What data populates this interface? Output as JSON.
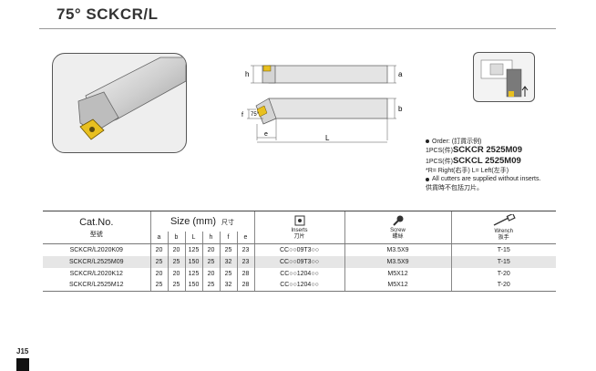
{
  "title": "75°  SCKCR/L",
  "drawing_labels": {
    "h": "h",
    "a": "a",
    "b": "b",
    "f": "f",
    "e": "e",
    "L": "L",
    "angle": "75°"
  },
  "order": {
    "line1": "Order: (訂貨示例)",
    "line2_pre": "1PCS(件)",
    "line2_code": "SCKCR 2525M09",
    "line3_pre": "1PCS(件)",
    "line3_code": "SCKCL 2525M09",
    "line4": "*R= Right(右手)  L= Left(左手)",
    "line5": "All cutters are supplied without inserts.",
    "line6": "供貨時不包括刀片。"
  },
  "table": {
    "catno": "Cat.No.",
    "catno_cn": "型號",
    "size": "Size (mm)",
    "size_cn": "尺寸",
    "sub_headers": [
      "a",
      "b",
      "L",
      "h",
      "f",
      "e"
    ],
    "inserts": "Inserts",
    "inserts_cn": "刀片",
    "screw": "Screw",
    "screw_cn": "螺絲",
    "wrench": "Wrench",
    "wrench_cn": "扳手",
    "rows": [
      {
        "cat": "SCKCR/L2020K09",
        "a": "20",
        "b": "20",
        "L": "125",
        "h": "20",
        "f": "25",
        "e": "23",
        "insert": "CC○○09T3○○",
        "screw": "M3.5X9",
        "wrench": "T-15"
      },
      {
        "cat": "SCKCR/L2525M09",
        "a": "25",
        "b": "25",
        "L": "150",
        "h": "25",
        "f": "32",
        "e": "23",
        "insert": "CC○○09T3○○",
        "screw": "M3.5X9",
        "wrench": "T-15"
      },
      {
        "cat": "SCKCR/L2020K12",
        "a": "20",
        "b": "20",
        "L": "125",
        "h": "20",
        "f": "25",
        "e": "28",
        "insert": "CC○○1204○○",
        "screw": "M5X12",
        "wrench": "T-20"
      },
      {
        "cat": "SCKCR/L2525M12",
        "a": "25",
        "b": "25",
        "L": "150",
        "h": "25",
        "f": "32",
        "e": "28",
        "insert": "CC○○1204○○",
        "screw": "M5X12",
        "wrench": "T-20"
      }
    ]
  },
  "page_number": "J15",
  "colors": {
    "insert_gold": "#e8c020",
    "shank": "#e4e4e4"
  }
}
